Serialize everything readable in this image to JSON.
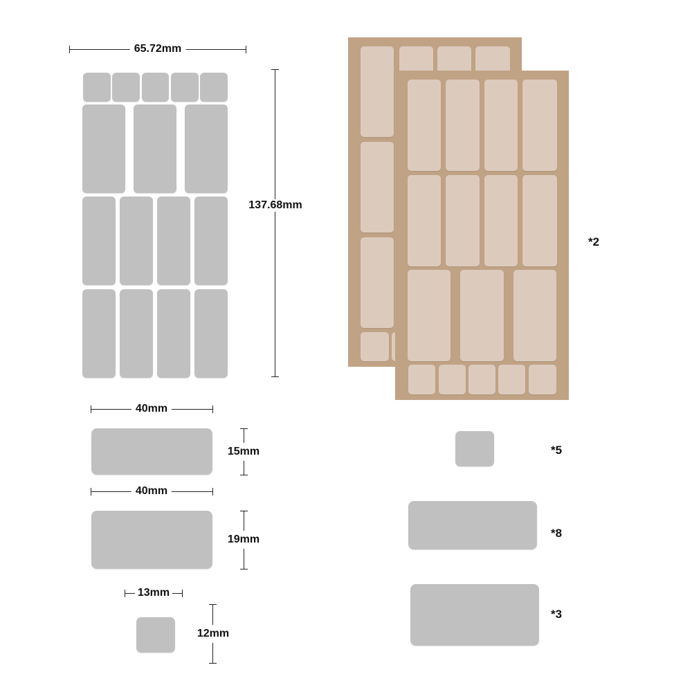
{
  "dimensions": {
    "sheet_width": "65.72mm",
    "sheet_height": "137.68mm",
    "label_a_width": "40mm",
    "label_a_height": "15mm",
    "label_b_width": "40mm",
    "label_b_height": "19mm",
    "label_c_width": "13mm",
    "label_c_height": "12mm"
  },
  "quantities": {
    "sheets": "*2",
    "small_square": "*5",
    "medium_rect": "*8",
    "large_rect": "*3"
  },
  "colors": {
    "label_gray": "#c0c0c0",
    "sheet_tan": "#c0a285",
    "label_light": "#dccbbd"
  }
}
